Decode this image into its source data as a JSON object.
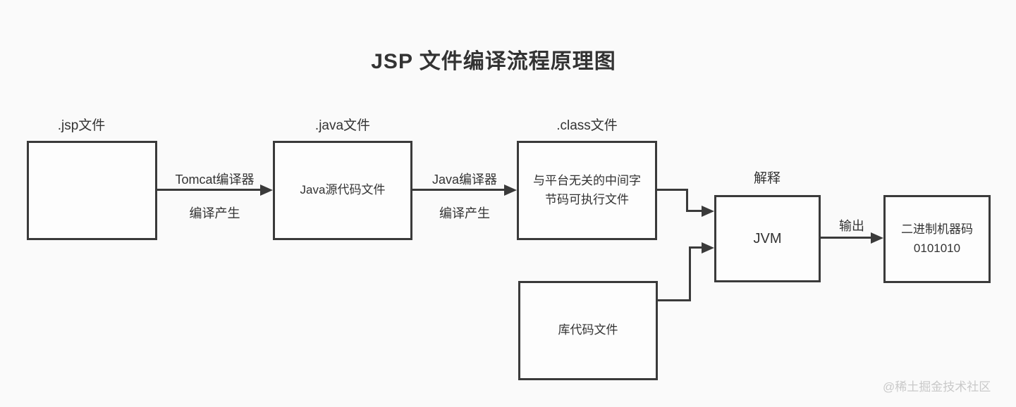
{
  "title": "JSP 文件编译流程原理图",
  "watermark": "@稀土掘金技术社区",
  "colors": {
    "background": "#fafafa",
    "line": "#3a3a3a",
    "text": "#333333",
    "box_fill": "#fdfdfd",
    "watermark": "#c9c9c9"
  },
  "nodes": {
    "jsp": {
      "label": ".jsp文件",
      "content": ""
    },
    "java": {
      "label": ".java文件",
      "content": "Java源代码文件"
    },
    "class": {
      "label": ".class文件",
      "lines": [
        "与平台无关的中间字",
        "节码可执行文件"
      ]
    },
    "jvm": {
      "label": "解释",
      "content": "JVM"
    },
    "lib": {
      "content": "库代码文件"
    },
    "binary": {
      "lines": [
        "二进制机器码",
        "0101010"
      ]
    }
  },
  "edges": {
    "tomcat": {
      "label_top": "Tomcat编译器",
      "label_bottom": "编译产生"
    },
    "javac": {
      "label_top": "Java编译器",
      "label_bottom": "编译产生"
    },
    "output": {
      "label": "输出"
    }
  }
}
